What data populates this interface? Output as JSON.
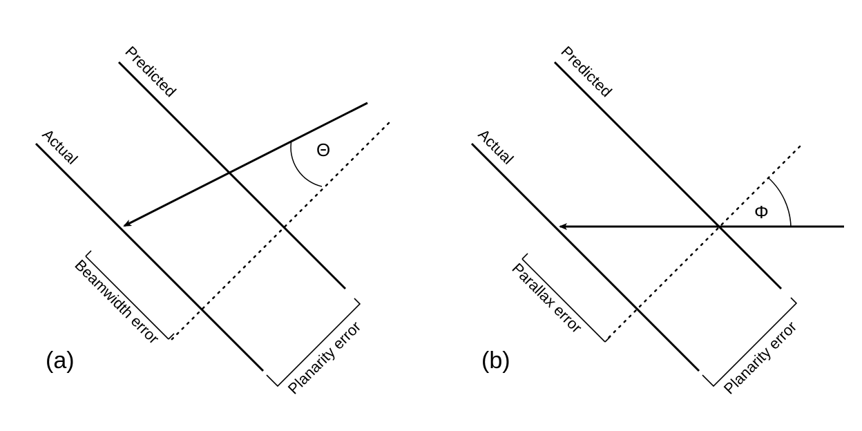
{
  "panel_a": {
    "letter": "(a)",
    "predicted_label": "Predicted",
    "actual_label": "Actual",
    "angle_symbol": "Θ",
    "error_label_left": "Beamwidth error",
    "error_label_right": "Planarity error"
  },
  "panel_b": {
    "letter": "(b)",
    "predicted_label": "Predicted",
    "actual_label": "Actual",
    "angle_symbol": "Φ",
    "error_label_left": "Parallax error",
    "error_label_right": "Planarity error"
  }
}
